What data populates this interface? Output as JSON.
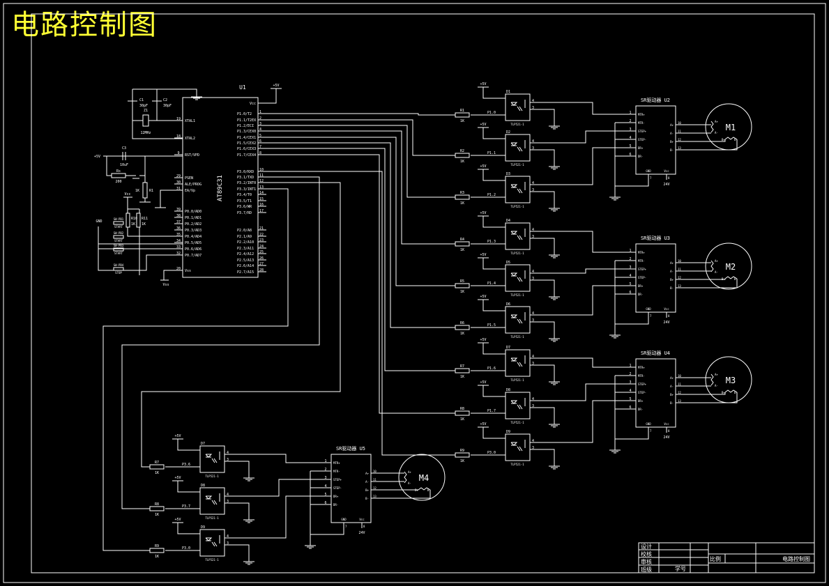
{
  "title": "电路控制图",
  "colors": {
    "background": "#000000",
    "lines": "#ffffff",
    "title": "#ffff33"
  },
  "mcu": {
    "ref": "U1",
    "name": "AT89C31",
    "vcc_label": "+5V",
    "left_pins": [
      {
        "num": "19",
        "name": "XTAL1"
      },
      {
        "num": "18",
        "name": "XTAL2"
      },
      {
        "num": "9",
        "name": "RST/VPD"
      },
      {
        "num": "29",
        "name": "PSEN"
      },
      {
        "num": "30",
        "name": "ALE/PROG"
      },
      {
        "num": "31",
        "name": "EA/Vp"
      },
      {
        "num": "39",
        "name": "P0.0/AD0"
      },
      {
        "num": "38",
        "name": "P0.1/AD1"
      },
      {
        "num": "37",
        "name": "P0.2/AD2"
      },
      {
        "num": "36",
        "name": "P0.3/AD3"
      },
      {
        "num": "35",
        "name": "P0.4/AD4"
      },
      {
        "num": "34",
        "name": "P0.5/AD5"
      },
      {
        "num": "33",
        "name": "P0.6/AD6"
      },
      {
        "num": "32",
        "name": "P0.7/AD7"
      },
      {
        "num": "20",
        "name": "Vss"
      }
    ],
    "right_pins": [
      {
        "num": "40",
        "name": "Vcc"
      },
      {
        "num": "1",
        "name": "P1.0/T2"
      },
      {
        "num": "2",
        "name": "P1.1/T2EX"
      },
      {
        "num": "3",
        "name": "P1.2/ECI"
      },
      {
        "num": "4",
        "name": "P1.3/CEX0"
      },
      {
        "num": "5",
        "name": "P1.4/CEX1"
      },
      {
        "num": "6",
        "name": "P1.5/CEX2"
      },
      {
        "num": "7",
        "name": "P1.6/CEX3"
      },
      {
        "num": "8",
        "name": "P1.7/CEX4"
      },
      {
        "num": "10",
        "name": "P3.0/RXD"
      },
      {
        "num": "11",
        "name": "P3.1/TXD"
      },
      {
        "num": "12",
        "name": "P3.2/INT0"
      },
      {
        "num": "13",
        "name": "P3.3/INT1"
      },
      {
        "num": "14",
        "name": "P3.4/T0"
      },
      {
        "num": "15",
        "name": "P3.5/T1"
      },
      {
        "num": "16",
        "name": "P3.6/WR"
      },
      {
        "num": "17",
        "name": "P3.7/RD"
      },
      {
        "num": "21",
        "name": "P2.0/A8"
      },
      {
        "num": "22",
        "name": "P2.1/A9"
      },
      {
        "num": "23",
        "name": "P2.2/A10"
      },
      {
        "num": "24",
        "name": "P2.3/A11"
      },
      {
        "num": "25",
        "name": "P2.4/A12"
      },
      {
        "num": "26",
        "name": "P2.5/A13"
      },
      {
        "num": "27",
        "name": "P2.6/A14"
      },
      {
        "num": "28",
        "name": "P2.7/A15"
      }
    ],
    "gnd_label": "Vss"
  },
  "peripherals": {
    "c1": "C1",
    "c1_val": "30pF",
    "c2": "C2",
    "c2_val": "30pF",
    "crystal": "Z1",
    "crystal_val": "12MHz",
    "c3": "C3",
    "c3_val": "10uF",
    "vcc_in": "+5V",
    "rs": "Rs",
    "rs_val": "200",
    "r1k": "1K",
    "r_label": "R1",
    "vcc_pull": "Vcc",
    "r10": "R10",
    "r10_val": "1K",
    "r11": "R11",
    "r11_val": "1K",
    "gnd": "GND",
    "buttons": [
      {
        "name": "SW-PB1",
        "label": "START"
      },
      {
        "name": "SW-PB2",
        "label": "START"
      },
      {
        "name": "SW-PB3",
        "label": "START"
      },
      {
        "name": "SW-PB4",
        "label": "STOP"
      }
    ]
  },
  "optocouplers": [
    {
      "ref": "D1",
      "resistor": "R1",
      "rval": "1K",
      "signal": "P1.0",
      "part": "TLP521-1",
      "vcc": "+5V"
    },
    {
      "ref": "D2",
      "resistor": "R2",
      "rval": "1K",
      "signal": "P1.1",
      "part": "TLP521-1",
      "vcc": "+5V"
    },
    {
      "ref": "D3",
      "resistor": "R3",
      "rval": "1K",
      "signal": "P1.2",
      "part": "TLP521-1",
      "vcc": "+5V"
    },
    {
      "ref": "D4",
      "resistor": "R4",
      "rval": "1K",
      "signal": "P1.3",
      "part": "TLP521-1",
      "vcc": "+5V"
    },
    {
      "ref": "D5",
      "resistor": "R5",
      "rval": "1K",
      "signal": "P1.4",
      "part": "TLP521-1",
      "vcc": "+5V"
    },
    {
      "ref": "D6",
      "resistor": "R6",
      "rval": "1K",
      "signal": "P1.5",
      "part": "TLP521-1",
      "vcc": "+5V"
    },
    {
      "ref": "D7",
      "resistor": "R7",
      "rval": "1K",
      "signal": "P1.6",
      "part": "TLP521-1",
      "vcc": "+5V"
    },
    {
      "ref": "D8",
      "resistor": "R8",
      "rval": "1K",
      "signal": "P1.7",
      "part": "TLP521-1",
      "vcc": "+5V"
    },
    {
      "ref": "D9",
      "resistor": "R9",
      "rval": "1K",
      "signal": "P3.0",
      "part": "TLP521-1",
      "vcc": "+5V"
    },
    {
      "ref": "D7",
      "resistor": "R7",
      "rval": "1K",
      "signal": "P3.6",
      "part": "TLP521-1",
      "vcc": "+5V"
    },
    {
      "ref": "D8",
      "resistor": "R8",
      "rval": "1K",
      "signal": "P3.7",
      "part": "TLP521-1",
      "vcc": "+5V"
    },
    {
      "ref": "D9",
      "resistor": "R9",
      "rval": "1K",
      "signal": "P3.0",
      "part": "TLP521-1",
      "vcc": "+5V"
    }
  ],
  "drivers": [
    {
      "title": "SR驱动器 U2",
      "motor": "M1"
    },
    {
      "title": "SR驱动器 U3",
      "motor": "M2"
    },
    {
      "title": "SR驱动器 U4",
      "motor": "M3"
    },
    {
      "title": "SR驱动器 U5",
      "motor": "M4"
    }
  ],
  "driver_pins": {
    "left": [
      {
        "num": "1",
        "name": "MTR+"
      },
      {
        "num": "2",
        "name": "MTR-"
      },
      {
        "num": "3",
        "name": "STEP+"
      },
      {
        "num": "4",
        "name": "STEP-"
      },
      {
        "num": "5",
        "name": "DR+"
      },
      {
        "num": "6",
        "name": "DR-"
      }
    ],
    "right": [
      {
        "num": "10",
        "name": "A+"
      },
      {
        "num": "11",
        "name": "A-"
      },
      {
        "num": "12",
        "name": "B+"
      },
      {
        "num": "13",
        "name": "B-"
      }
    ],
    "gnd": "GND",
    "gnd_num": "7",
    "vcc": "Vcc",
    "vcc_num": "8",
    "supply": "24V"
  },
  "motor_terms": [
    "A+",
    "A-",
    "B+",
    "B-"
  ],
  "title_block": {
    "rows": [
      "设计",
      "校核",
      "审核",
      "班级"
    ],
    "student_no": "学号",
    "scale": "比例",
    "drawing_name": "电路控制图"
  }
}
